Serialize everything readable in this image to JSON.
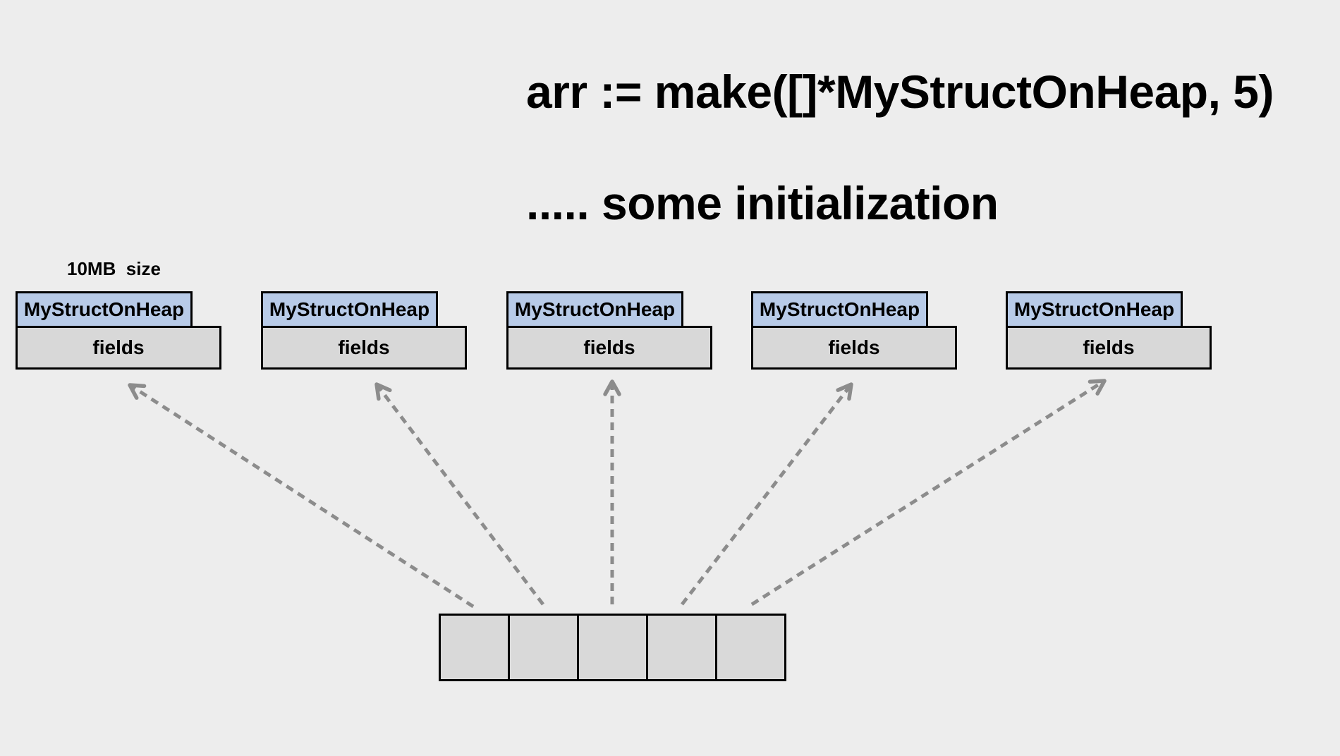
{
  "canvas": {
    "background": "#ededed"
  },
  "title": "arr := make([]*MyStructOnHeap, 5)",
  "subtitle": "..... some initialization",
  "size_label": "10MB  size",
  "structs": [
    {
      "header": "MyStructOnHeap",
      "fields": "fields"
    },
    {
      "header": "MyStructOnHeap",
      "fields": "fields"
    },
    {
      "header": "MyStructOnHeap",
      "fields": "fields"
    },
    {
      "header": "MyStructOnHeap",
      "fields": "fields"
    },
    {
      "header": "MyStructOnHeap",
      "fields": "fields"
    }
  ],
  "array": {
    "cell_count": 5,
    "cell_values": [
      "",
      "",
      "",
      "",
      ""
    ]
  },
  "colors": {
    "background": "#ededed",
    "struct_header_fill": "#b8cbe8",
    "struct_fields_fill": "#d8d8d8",
    "array_cell_fill": "#d9d9d9",
    "box_border": "#000000",
    "arrow": "#8c8c8c",
    "text": "#000000"
  }
}
